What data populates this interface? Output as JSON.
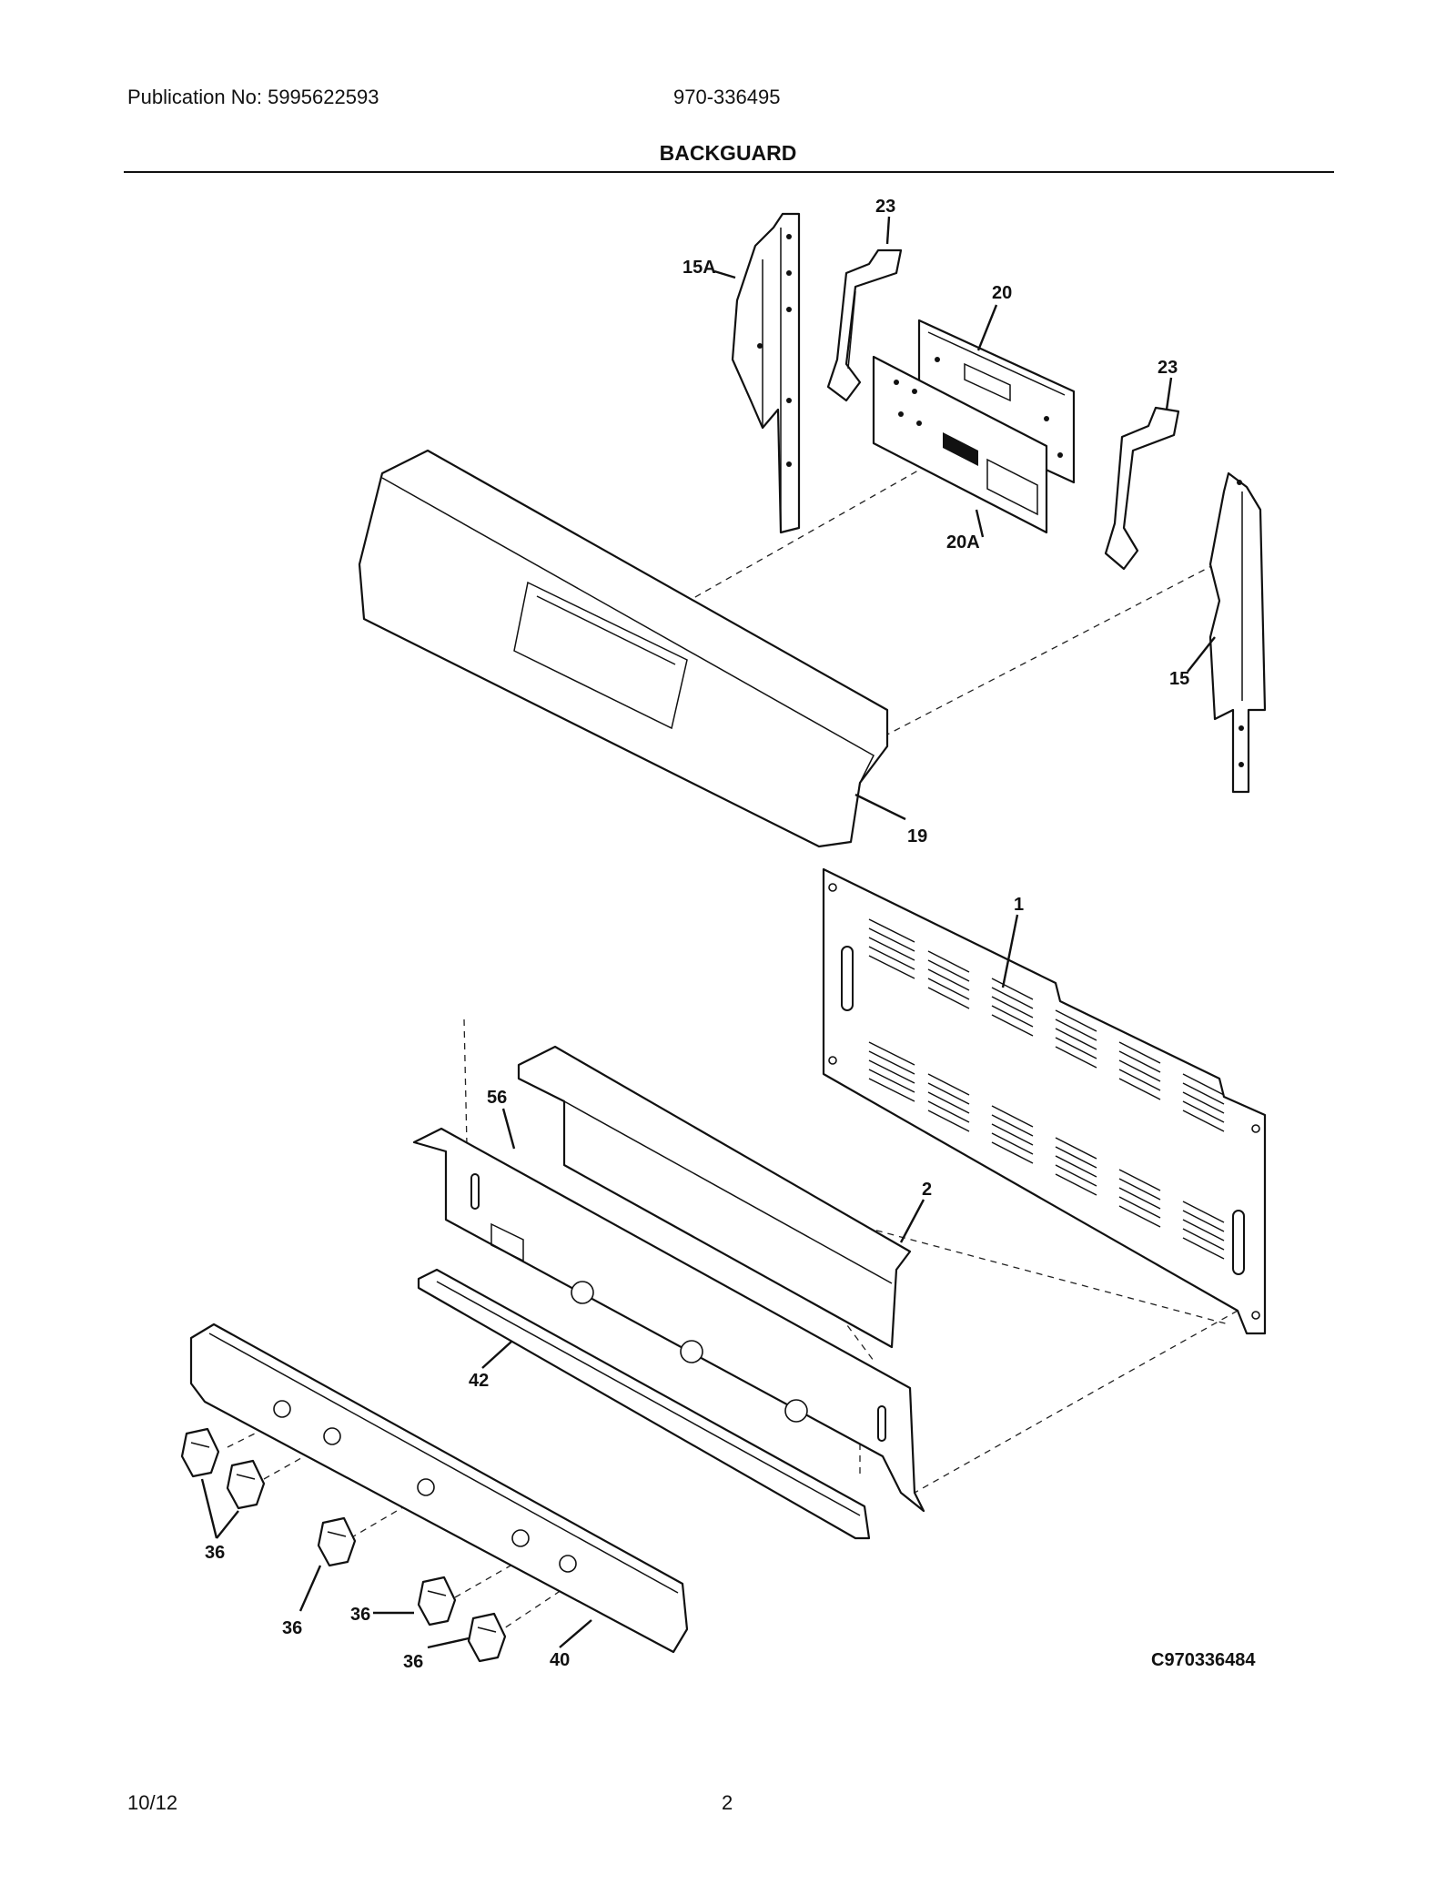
{
  "header": {
    "publication": "Publication No: 5995622593",
    "model": "970-336495",
    "title": "BACKGUARD"
  },
  "diagram": {
    "callouts": {
      "p23a": "23",
      "p15a": "15A",
      "p20": "20",
      "p23b": "23",
      "p20a": "20A",
      "p15": "15",
      "p19": "19",
      "p1": "1",
      "p56": "56",
      "p2": "2",
      "p42": "42",
      "p36a": "36",
      "p36b": "36",
      "p36c": "36",
      "p36d": "36",
      "p40": "40"
    },
    "drawing_code": "C970336484"
  },
  "footer": {
    "date": "10/12",
    "page": "2"
  }
}
